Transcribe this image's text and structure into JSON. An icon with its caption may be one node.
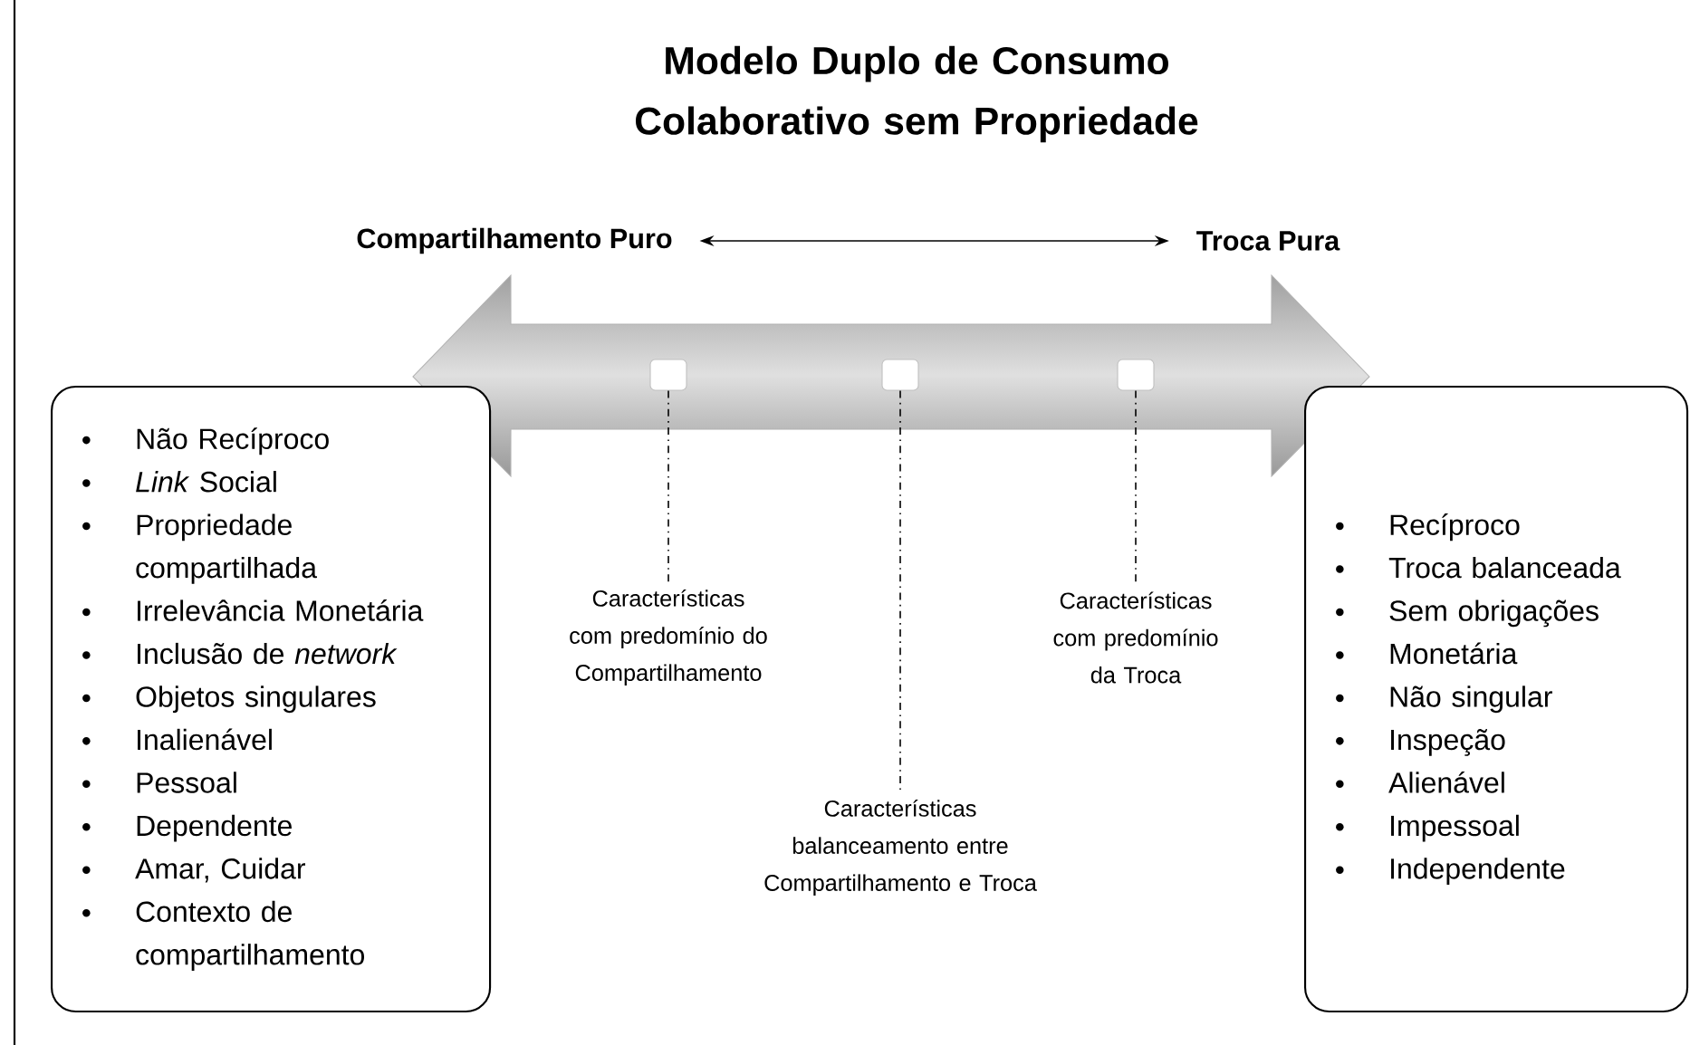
{
  "diagram": {
    "title": "Modelo Duplo de Consumo Colaborativo sem Propriedade",
    "nodes": [
      {
        "text": [
          "Compartilhamento Puro"
        ]
      },
      {
        "text": [
          "Troca Pura"
        ]
      },
      {
        "text": [
          "Não Recíproco",
          "*Link* Social",
          "Propriedade compartilhada",
          "Irrelevância Monetária",
          "Inclusão de *network*",
          "Objetos singulares",
          "Inalienável",
          "Pessoal",
          "Dependente",
          "Amar, Cuidar",
          "Contexto de compartilhamento"
        ]
      },
      {
        "text": [
          "Recíproco",
          "Troca balanceada",
          "Sem obrigações",
          "Monetária",
          "Não singular",
          "Inspeção",
          "Alienável",
          "Impessoal",
          "Independente"
        ]
      },
      {
        "text": [],
        "shape": "box"
      },
      {
        "text": [],
        "shape": "box"
      },
      {
        "text": [],
        "shape": "box"
      },
      {
        "text": [
          "Características com predomínio do Compartilhamento"
        ]
      },
      {
        "text": [
          "Características com predomínio da Troca"
        ]
      },
      {
        "text": [
          "Características balanceamento entre Compartilhamento e Troca"
        ]
      }
    ],
    "edges": [
      {
        "from": 0,
        "to": 1,
        "arrow": "both"
      },
      {
        "from": 4,
        "to": 7,
        "arrow": "none",
        "style": "dashed"
      },
      {
        "from": 5,
        "to": 9,
        "arrow": "none",
        "style": "dashed"
      },
      {
        "from": 6,
        "to": 8,
        "arrow": "none",
        "style": "dashed"
      }
    ]
  }
}
